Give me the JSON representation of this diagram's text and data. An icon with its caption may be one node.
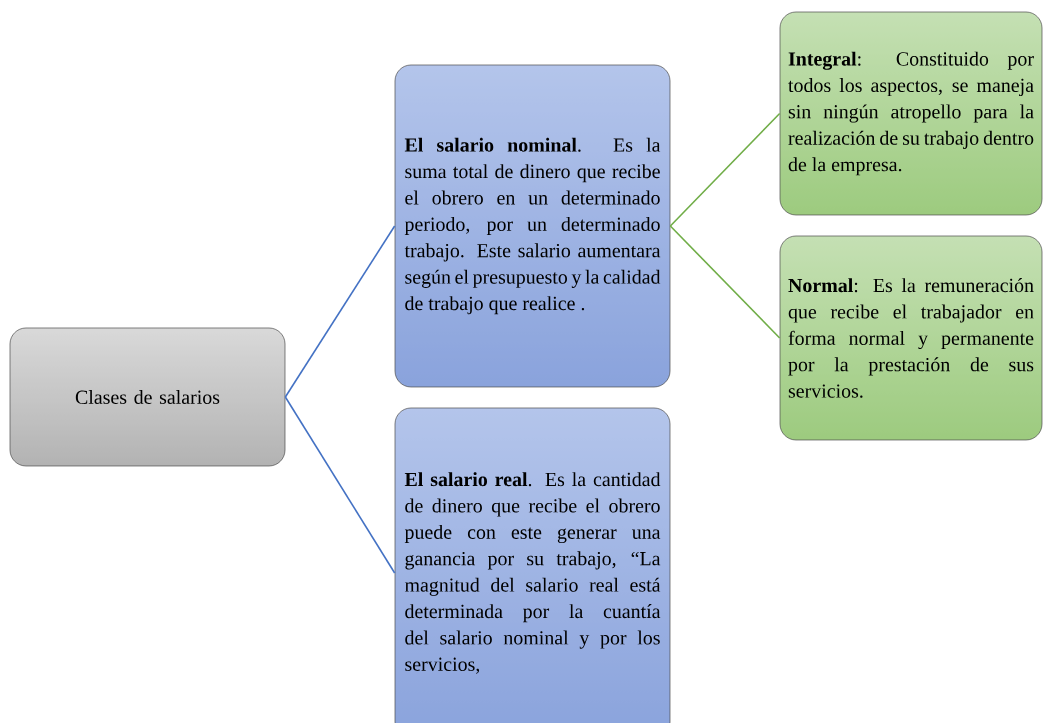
{
  "diagram": {
    "nodes": [
      {
        "text": [
          "Clases de salarios"
        ]
      },
      {
        "text": [
          "**El salario nominal**. Es la suma total de dinero que recibe el obrero en un determinado periodo, por un determinado trabajo. Este salario aumentara según el presupuesto y la calidad de trabajo que realice ."
        ]
      },
      {
        "text": [
          "**El salario real**. Es la cantidad de dinero que recibe el obrero puede con este generar una ganancia por su trabajo, “La magnitud del salario real está determinada por la cuantía del salario nominal y por los servicios,"
        ]
      },
      {
        "text": [
          "**Integral**: Constituido por todos los aspectos, se maneja sin ningún atropello para la realización de su trabajo dentro de la empresa."
        ]
      },
      {
        "text": [
          "**Normal**: Es la remuneración que recibe el trabajador en forma normal y permanente por la prestación de sus servicios."
        ]
      }
    ],
    "edges": [
      {
        "from": 0,
        "to": 1,
        "arrow": "none",
        "color": "#4472c4"
      },
      {
        "from": 0,
        "to": 2,
        "arrow": "none",
        "color": "#4472c4"
      },
      {
        "from": 1,
        "to": 3,
        "arrow": "none",
        "color": "#70ad47"
      },
      {
        "from": 1,
        "to": 4,
        "arrow": "none",
        "color": "#70ad47"
      }
    ]
  }
}
